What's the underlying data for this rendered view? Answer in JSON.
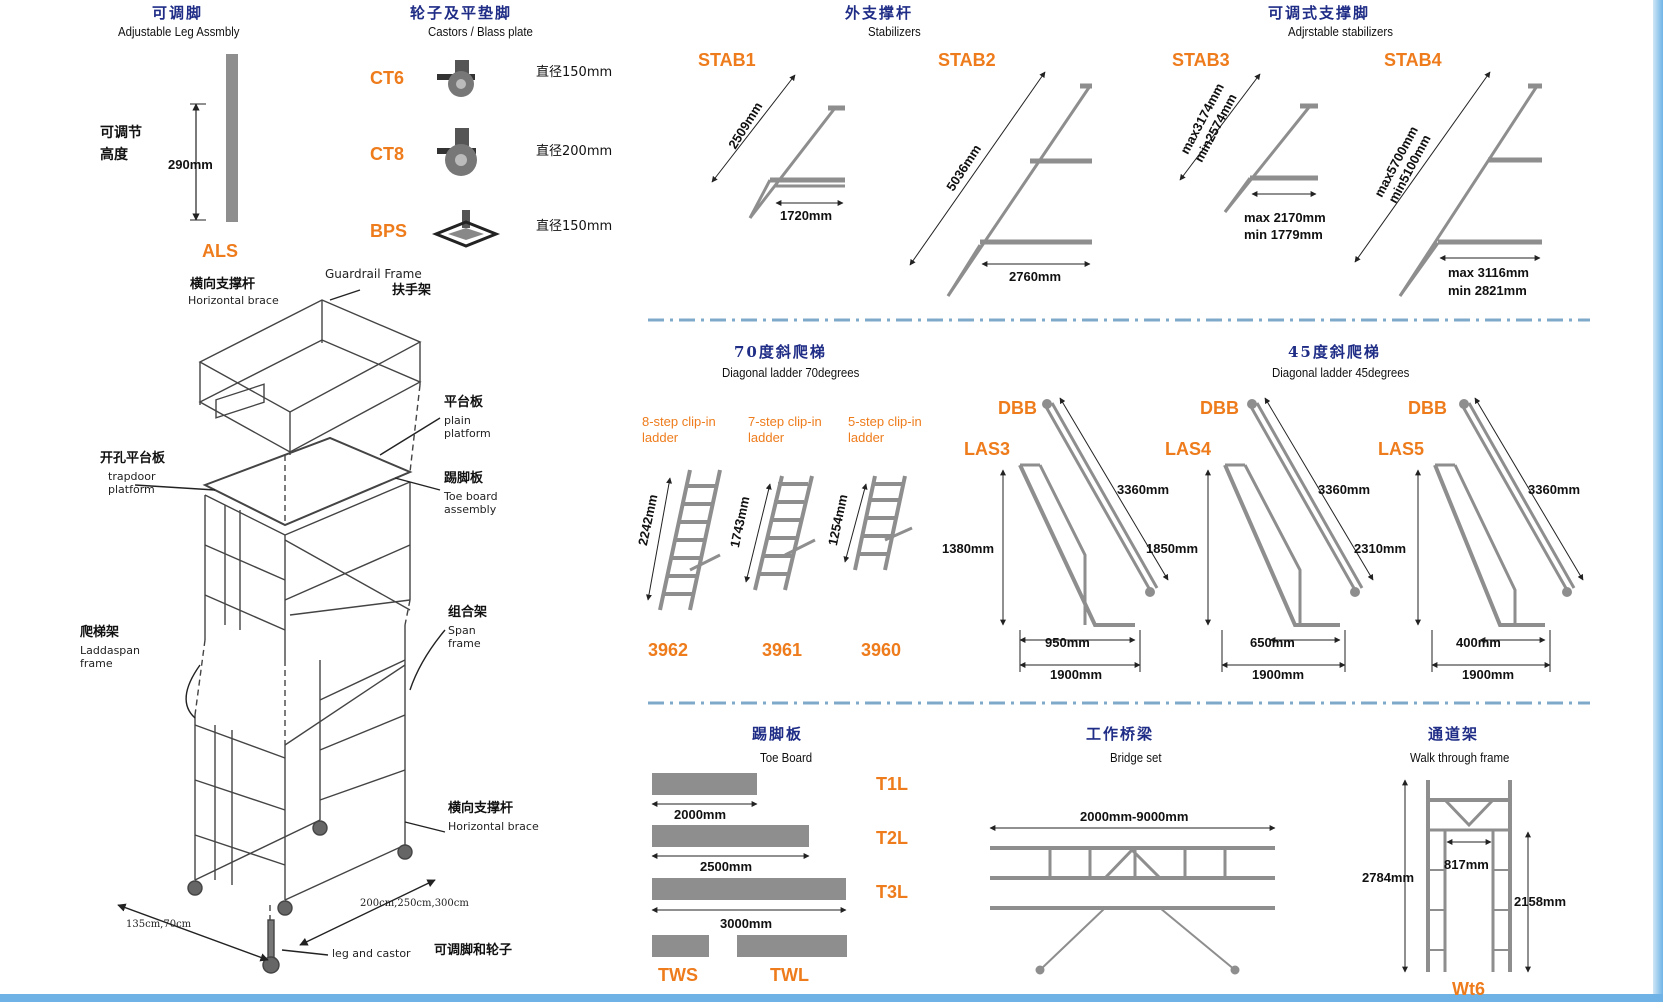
{
  "colors": {
    "title_blue": "#1f2d86",
    "code_orange": "#ee7c1c",
    "part_gray": "#8e8e8e",
    "divider_blue": "#7fa9c8"
  },
  "legs": {
    "title_cn": "可调脚",
    "title_en": "Adjustable  Leg  Assmbly",
    "height_cn_1": "可调节",
    "height_cn_2": "高度",
    "height_dim": "290mm",
    "code": "ALS"
  },
  "castors": {
    "title_cn": "轮子及平垫脚",
    "title_en": "Castors / Blass  plate",
    "items": [
      {
        "code": "CT6",
        "spec": "直径150mm",
        "icon": "castor-wheel-icon"
      },
      {
        "code": "CT8",
        "spec": "直径200mm",
        "icon": "castor-wheel-icon"
      },
      {
        "code": "BPS",
        "spec": "直径150mm",
        "icon": "base-plate-icon"
      }
    ]
  },
  "assembly": {
    "guardrail_en": "Guardrail Frame",
    "guardrail_cn": "扶手架",
    "hbrace_top_cn": "横向支撑杆",
    "hbrace_top_en": "Horizontal brace",
    "plain_cn": "平台板",
    "plain_en_1": "plain",
    "plain_en_2": "platform",
    "trapdoor_cn": "开孔平台板",
    "trapdoor_en_1": "trapdoor",
    "trapdoor_en_2": "platform",
    "toe_cn": "踢脚板",
    "toe_en_1": "Toe board",
    "toe_en_2": "assembly",
    "span_cn": "组合架",
    "span_en_1": "Span",
    "span_en_2": "frame",
    "ladder_cn": "爬梯架",
    "ladder_en_1": "Laddaspan",
    "ladder_en_2": "frame",
    "hbrace_bot_cn": "横向支撑杆",
    "hbrace_bot_en": "Horizontal brace",
    "len_dim": "200cm,250cm,300cm",
    "width_dim": "135cm,70cm",
    "leg_en": "leg and castor",
    "leg_cn": "可调脚和轮子"
  },
  "stabilizers": {
    "title_cn": "外支撑杆",
    "title_en": "Stabilizers",
    "stab1": {
      "code": "STAB1",
      "diag": "2509mm",
      "base": "1720mm"
    },
    "stab2": {
      "code": "STAB2",
      "diag": "5036mm",
      "base": "2760mm"
    }
  },
  "adj_stabilizers": {
    "title_cn": "可调式支撑脚",
    "title_en": "Adjrstable  stabilizers",
    "stab3": {
      "code": "STAB3",
      "diag_1": "max3174mm",
      "diag_2": "min2574mm",
      "base_1": "max 2170mm",
      "base_2": "min 1779mm"
    },
    "stab4": {
      "code": "STAB4",
      "diag_1": "max5700mm",
      "diag_2": "min5100mm",
      "base_1": "max 3116mm",
      "base_2": "min 2821mm"
    }
  },
  "ladder70": {
    "title_cn": "70度斜爬梯",
    "title_en": "Diagonal  ladder  70degrees",
    "items": [
      {
        "note": "8-step clip-in ladder",
        "dim": "2242mm",
        "code": "3962"
      },
      {
        "note": "7-step clip-in ladder",
        "dim": "1743mm",
        "code": "3961"
      },
      {
        "note": "5-step clip-in ladder",
        "dim": "1254mm",
        "code": "3960"
      }
    ]
  },
  "ladder45": {
    "title_cn": "45度斜爬梯",
    "title_en": "Diagonal  ladder  45degrees",
    "items": [
      {
        "dbb": "DBB",
        "las": "LAS3",
        "dbb_len": "3360mm",
        "height": "1380mm",
        "las_len": "1850mm",
        "foot": "950mm",
        "base": "1900mm"
      },
      {
        "dbb": "DBB",
        "las": "LAS4",
        "dbb_len": "3360mm",
        "height": "",
        "las_len": "2310mm",
        "foot": "650mm",
        "base": "1900mm"
      },
      {
        "dbb": "DBB",
        "las": "LAS5",
        "dbb_len": "3360mm",
        "height": "",
        "las_len": "",
        "foot": "400mm",
        "base": "1900mm"
      }
    ]
  },
  "toeboard": {
    "title_cn": "踢脚板",
    "title_en": "Toe  Board",
    "items": [
      {
        "code": "T1L",
        "dim": "2000mm",
        "len": 2000
      },
      {
        "code": "T2L",
        "dim": "2500mm",
        "len": 2500
      },
      {
        "code": "T3L",
        "dim": "3000mm",
        "len": 3000
      }
    ],
    "tws": "TWS",
    "twl": "TWL"
  },
  "bridge": {
    "title_cn": "工作桥梁",
    "title_en": "Bridge set",
    "dim": "2000mm-9000mm"
  },
  "walkthrough": {
    "title_cn": "通道架",
    "title_en": "Walk through frame",
    "h_outer": "2784mm",
    "w_inner": "817mm",
    "h_inner": "2158mm",
    "code": "Wt6"
  }
}
